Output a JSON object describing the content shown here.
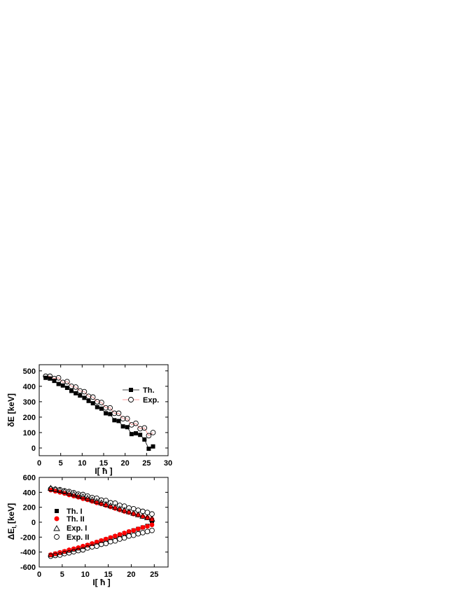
{
  "chart_data": [
    {
      "type": "scatter",
      "title": "",
      "xlabel": "I[ ħ ]",
      "ylabel": "δE [keV]",
      "xlim": [
        0,
        30
      ],
      "ylim": [
        -50,
        540
      ],
      "xticks": [
        0,
        5,
        10,
        15,
        20,
        25,
        30
      ],
      "yticks": [
        0,
        100,
        200,
        300,
        400,
        500
      ],
      "legend_position": "right",
      "grid": false,
      "series": [
        {
          "name": "Th.",
          "marker": "filled-square",
          "color": "#000000",
          "line": true,
          "line_color": "#000000",
          "x": [
            1.5,
            2.5,
            3.5,
            4.5,
            5.5,
            6.5,
            7.5,
            8.5,
            9.5,
            10.5,
            11.5,
            12.5,
            13.5,
            14.5,
            15.5,
            16.5,
            17.5,
            18.5,
            19.5,
            20.5,
            21.5,
            22.5,
            23.5,
            24.5,
            25.5,
            26.5
          ],
          "y": [
            455,
            450,
            435,
            415,
            405,
            390,
            370,
            355,
            340,
            325,
            305,
            290,
            265,
            255,
            225,
            220,
            180,
            175,
            140,
            135,
            90,
            95,
            85,
            55,
            -5,
            10
          ]
        },
        {
          "name": "Exp.",
          "marker": "open-circle",
          "color": "#000000",
          "line": true,
          "line_color": "#ff8080",
          "x": [
            1.5,
            2.5,
            3.5,
            4.5,
            5.5,
            6.5,
            7.5,
            8.5,
            9.5,
            10.5,
            11.5,
            12.5,
            13.5,
            14.5,
            15.5,
            16.5,
            17.5,
            18.5,
            19.5,
            20.5,
            21.5,
            22.5,
            23.5,
            24.5,
            25.5,
            26.5
          ],
          "y": [
            465,
            465,
            450,
            455,
            425,
            430,
            400,
            395,
            370,
            365,
            335,
            330,
            300,
            295,
            260,
            260,
            225,
            225,
            190,
            190,
            150,
            160,
            125,
            130,
            80,
            100
          ]
        }
      ]
    },
    {
      "type": "scatter",
      "title": "",
      "xlabel": "I[ ħ ]",
      "ylabel": "ΔE I, [keV]",
      "ylabel_main": "ΔE",
      "ylabel_sub": "I,",
      "ylabel_rest": "[keV]",
      "xlim": [
        0,
        28
      ],
      "ylim": [
        -600,
        600
      ],
      "xticks": [
        0,
        5,
        10,
        15,
        20,
        25
      ],
      "yticks": [
        -600,
        -400,
        -200,
        0,
        200,
        400,
        600
      ],
      "legend_position": "left",
      "grid": false,
      "series": [
        {
          "name": "Th. I",
          "marker": "filled-square",
          "color": "#000000",
          "x": [
            2.5,
            3.5,
            4.5,
            5.5,
            6.5,
            7.5,
            8.5,
            9.5,
            10.5,
            11.5,
            12.5,
            13.5,
            14.5,
            15.5,
            16.5,
            17.5,
            18.5,
            19.5,
            20.5,
            21.5,
            22.5,
            23.5,
            24.5
          ],
          "y": [
            -440,
            -425,
            -410,
            -395,
            -380,
            -365,
            -350,
            -330,
            -310,
            -290,
            -270,
            -250,
            -230,
            -210,
            -190,
            -170,
            -150,
            -130,
            -110,
            -90,
            -70,
            -50,
            15
          ]
        },
        {
          "name": "Th. II",
          "marker": "filled-circle",
          "color": "#ff0000",
          "x": [
            2.5,
            3.5,
            4.5,
            5.5,
            6.5,
            7.5,
            8.5,
            9.5,
            10.5,
            11.5,
            12.5,
            13.5,
            14.5,
            15.5,
            16.5,
            17.5,
            18.5,
            19.5,
            20.5,
            21.5,
            22.5,
            23.5,
            24.5,
            2.5,
            3.5,
            4.5,
            5.5,
            6.5,
            7.5,
            8.5,
            9.5,
            10.5,
            11.5,
            12.5,
            13.5,
            14.5,
            15.5,
            16.5,
            17.5,
            18.5,
            19.5,
            20.5,
            21.5,
            22.5,
            23.5,
            24.5
          ],
          "y": [
            430,
            415,
            400,
            385,
            365,
            350,
            335,
            315,
            300,
            280,
            260,
            245,
            225,
            205,
            185,
            165,
            145,
            130,
            110,
            95,
            75,
            60,
            40,
            -435,
            -420,
            -405,
            -390,
            -370,
            -355,
            -340,
            -320,
            -305,
            -285,
            -265,
            -245,
            -225,
            -205,
            -185,
            -165,
            -145,
            -125,
            -110,
            -90,
            -70,
            -55,
            -35
          ]
        },
        {
          "name": "Exp. I",
          "marker": "open-triangle",
          "color": "#000000",
          "x": [
            2.5,
            3.5,
            4.5,
            5.5,
            6.5,
            7.5,
            8.5,
            9.5,
            10.5,
            11.5,
            12.5,
            13.5,
            14.5,
            15.5,
            16.5,
            17.5,
            18.5,
            19.5,
            20.5,
            21.5,
            22.5,
            23.5,
            24.5
          ],
          "y": [
            455,
            440,
            425,
            410,
            390,
            375,
            355,
            340,
            320,
            300,
            280,
            260,
            240,
            220,
            200,
            180,
            160,
            140,
            120,
            100,
            80,
            60,
            40
          ]
        },
        {
          "name": "Exp. II",
          "marker": "open-circle",
          "color": "#000000",
          "x": [
            2.5,
            3.5,
            4.5,
            5.5,
            6.5,
            7.5,
            8.5,
            9.5,
            10.5,
            11.5,
            12.5,
            13.5,
            14.5,
            15.5,
            16.5,
            17.5,
            18.5,
            19.5,
            20.5,
            21.5,
            22.5,
            23.5,
            24.5,
            2.5,
            3.5,
            4.5,
            5.5,
            6.5,
            7.5,
            8.5,
            9.5,
            10.5,
            11.5,
            12.5,
            13.5,
            14.5,
            15.5,
            16.5,
            17.5,
            18.5,
            19.5,
            20.5,
            21.5,
            22.5,
            23.5,
            24.5
          ],
          "y": [
            445,
            440,
            435,
            420,
            410,
            395,
            375,
            370,
            350,
            330,
            320,
            295,
            290,
            260,
            255,
            225,
            215,
            190,
            180,
            160,
            145,
            130,
            110,
            -455,
            -445,
            -440,
            -420,
            -410,
            -395,
            -380,
            -370,
            -345,
            -330,
            -320,
            -295,
            -285,
            -260,
            -250,
            -225,
            -210,
            -185,
            -175,
            -155,
            -140,
            -125,
            -110
          ]
        }
      ]
    }
  ]
}
